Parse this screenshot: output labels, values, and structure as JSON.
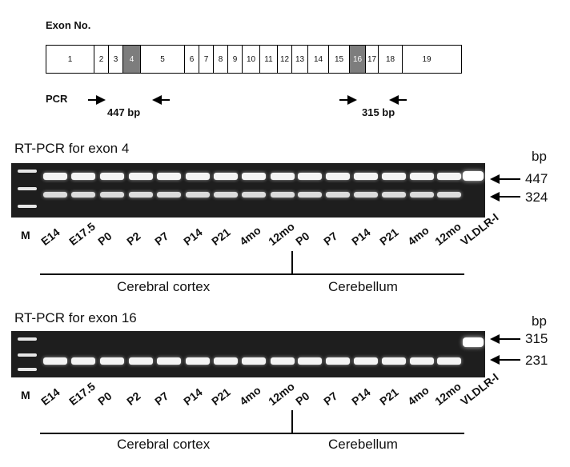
{
  "exon_map": {
    "header": "Exon No.",
    "exons": [
      "1",
      "2",
      "3",
      "4",
      "5",
      "6",
      "7",
      "8",
      "9",
      "10",
      "11",
      "12",
      "13",
      "14",
      "15",
      "16",
      "17",
      "18",
      "19"
    ],
    "highlighted": [
      "4",
      "16"
    ],
    "pcr_label": "PCR",
    "amplicon_left": "447 bp",
    "amplicon_right": "315 bp"
  },
  "panel_a": {
    "title": "RT-PCR for exon 4",
    "bp_header": "bp",
    "bands": [
      "447",
      "324"
    ],
    "lanes": [
      "M",
      "E14",
      "E17.5",
      "P0",
      "P2",
      "P7",
      "P14",
      "P21",
      "4mo",
      "12mo",
      "P0",
      "P7",
      "P14",
      "P21",
      "4mo",
      "12mo",
      "VLDLR-I"
    ],
    "tissues": [
      "Cerebral cortex",
      "Cerebellum"
    ]
  },
  "panel_b": {
    "title": "RT-PCR for exon 16",
    "bp_header": "bp",
    "bands": [
      "315",
      "231"
    ],
    "lanes": [
      "M",
      "E14",
      "E17.5",
      "P0",
      "P2",
      "P7",
      "P14",
      "P21",
      "4mo",
      "12mo",
      "P0",
      "P7",
      "P14",
      "P21",
      "4mo",
      "12mo",
      "VLDLR-I"
    ],
    "tissues": [
      "Cerebral cortex",
      "Cerebellum"
    ]
  }
}
